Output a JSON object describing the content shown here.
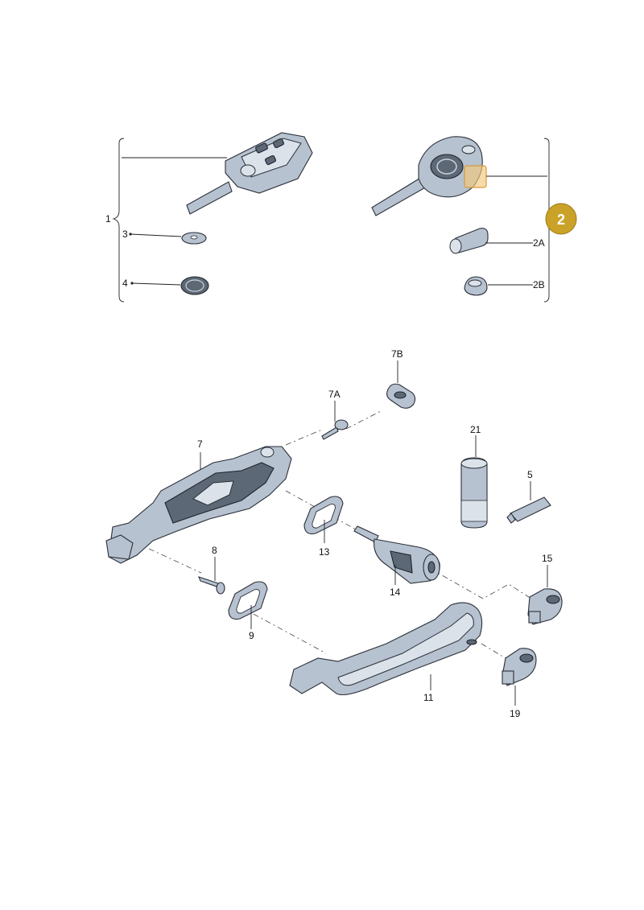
{
  "callouts": {
    "c1": "1",
    "c2A": "2A",
    "c2B": "2B",
    "c3": "3",
    "c4": "4",
    "c5": "5",
    "c7": "7",
    "c7A": "7A",
    "c7B": "7B",
    "c8": "8",
    "c9": "9",
    "c11": "11",
    "c13": "13",
    "c14": "14",
    "c15": "15",
    "c19": "19",
    "c21": "21"
  },
  "badge": {
    "label": "2",
    "color": "#c9a227",
    "text_color": "#ffffff"
  },
  "colors": {
    "part": "#b7c2d0",
    "part_dark": "#5d6876",
    "highlight": "#f2c77a"
  }
}
